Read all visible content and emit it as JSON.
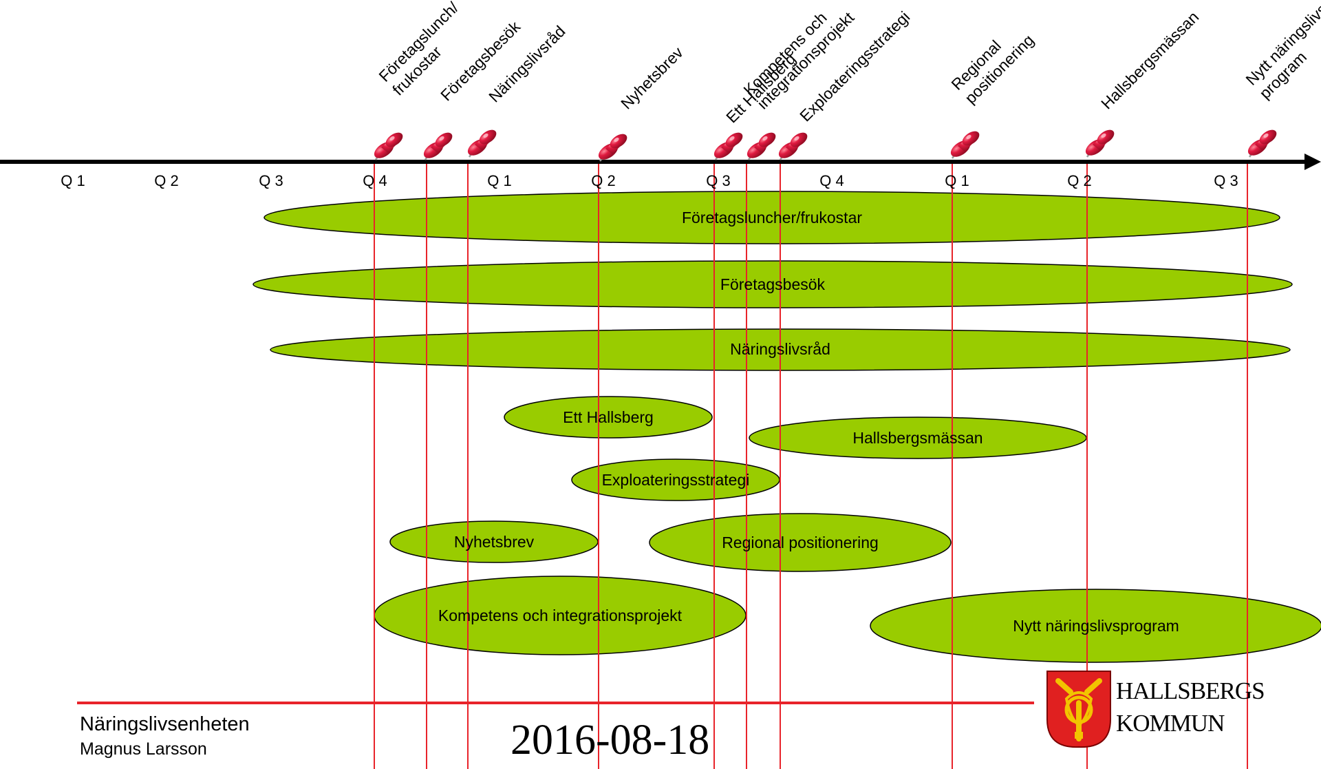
{
  "timeline": {
    "quarters": [
      "Q 1",
      "Q 2",
      "Q 3",
      "Q 4",
      "Q 1",
      "Q 2",
      "Q 3",
      "Q 4",
      "Q 1",
      "Q 2",
      "Q 3"
    ],
    "milestones": [
      {
        "lines": [
          "Företagslunch/",
          "frukostar"
        ]
      },
      {
        "lines": [
          "Företagsbesök"
        ]
      },
      {
        "lines": [
          "Näringslivsråd"
        ]
      },
      {
        "lines": [
          "Nyhetsbrev"
        ]
      },
      {
        "lines": [
          "Ett Hallsberg"
        ]
      },
      {
        "lines": [
          "Kompetens och",
          "integrationsprojekt"
        ]
      },
      {
        "lines": [
          "Exploateringsstrategi"
        ]
      },
      {
        "lines": [
          "Regional",
          "positionering"
        ]
      },
      {
        "lines": [
          "Hallsbergsmässan"
        ]
      },
      {
        "lines": [
          "Nytt näringslivs-",
          "program"
        ]
      }
    ],
    "activities": [
      {
        "label": "Företagsluncher/frukostar"
      },
      {
        "label": "Företagsbesök"
      },
      {
        "label": "Näringslivsråd"
      },
      {
        "label": "Ett Hallsberg"
      },
      {
        "label": "Hallsbergsmässan"
      },
      {
        "label": "Exploateringsstrategi"
      },
      {
        "label": "Nyhetsbrev"
      },
      {
        "label": "Regional positionering"
      },
      {
        "label": "Kompetens och integrationsprojekt"
      },
      {
        "label": "Nytt näringslivsprogram"
      }
    ]
  },
  "footer": {
    "unit": "Näringslivsenheten",
    "author": "Magnus Larsson",
    "date": "2016-08-18"
  },
  "logo": {
    "line1": "HALLSBERGS",
    "line2": "KOMMUN"
  },
  "colors": {
    "ellipse_fill": "#99cc00",
    "marker_line": "#e8232a",
    "footer_rule": "#e8232a",
    "pin": "#d4143a",
    "axis": "#000000",
    "shield": "#e02020",
    "shield_emblem": "#f2c400"
  },
  "icons": {
    "milestone_marker": "push-pin-icon",
    "logo": "coat-of-arms-icon"
  }
}
